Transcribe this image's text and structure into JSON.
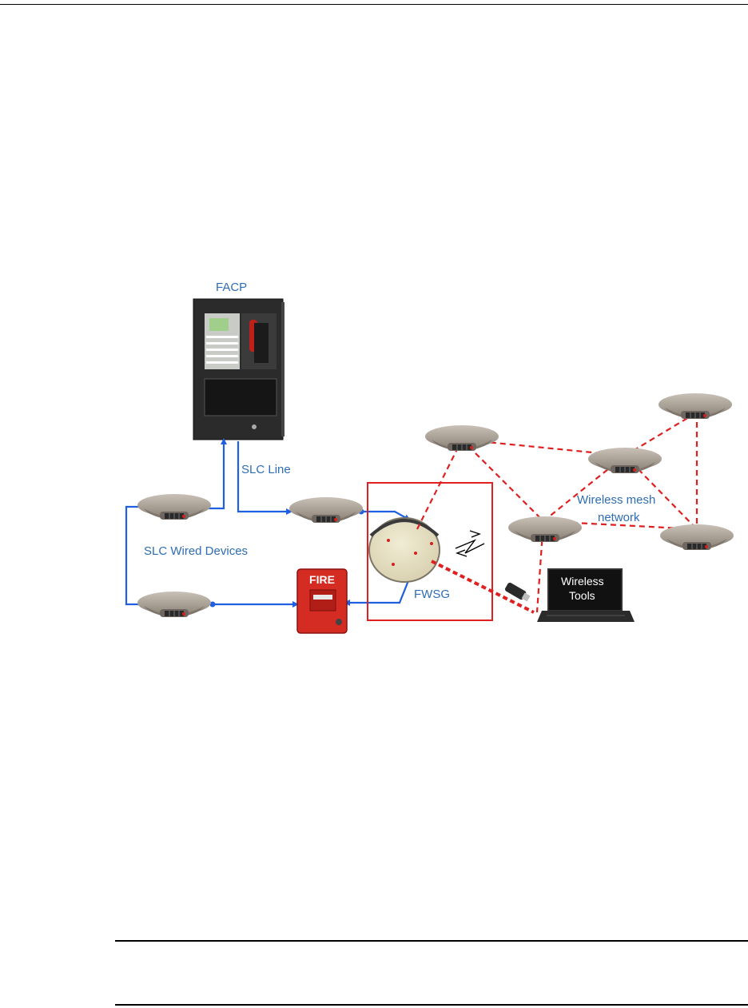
{
  "labels": {
    "facp": "FACP",
    "slc_line": "SLC  Line",
    "slc_wired_devices": "SLC Wired  Devices",
    "fwsg": "FWSG",
    "wireless_mesh_line1": "Wireless mesh",
    "wireless_mesh_line2": "network",
    "wireless_tools_line1": "Wireless",
    "wireless_tools_line2": "Tools",
    "pull_station": "FIRE"
  },
  "colors": {
    "wired": "#1f5fe0",
    "wireless": "#e02020",
    "label": "#2e6db4",
    "detector": "#a59c92"
  },
  "icons": [
    "facp-panel-icon",
    "smoke-detector-icon",
    "pull-station-icon",
    "gateway-icon",
    "usb-dongle-icon",
    "laptop-icon",
    "radio-signal-icon"
  ]
}
